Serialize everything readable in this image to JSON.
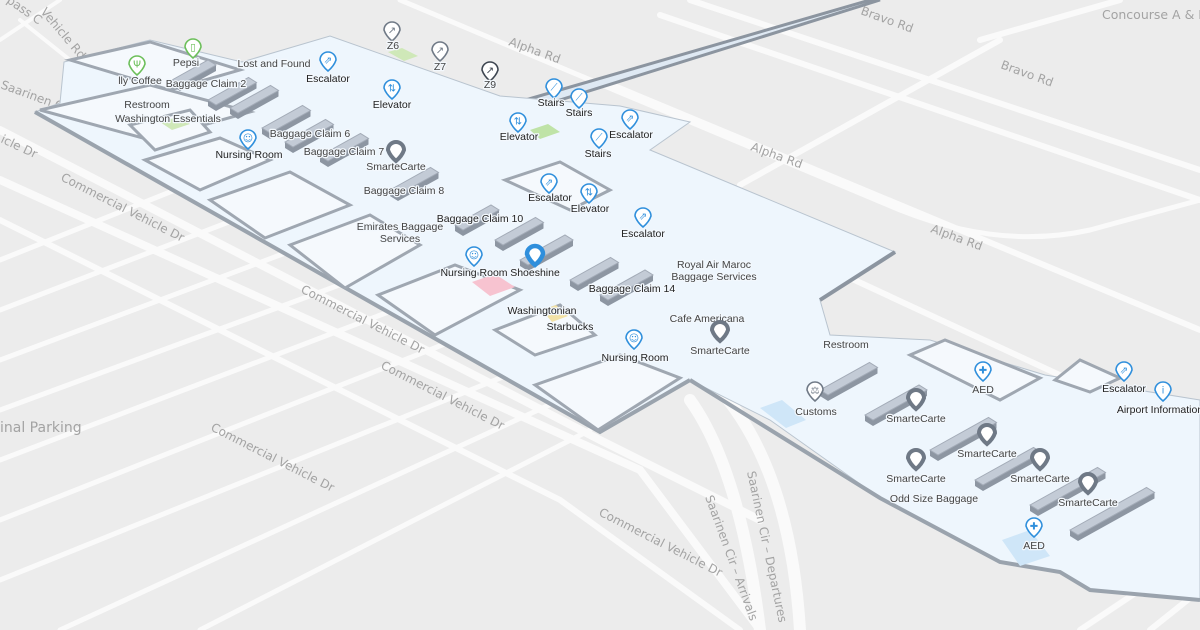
{
  "map": {
    "area_label": "Concourse A & B",
    "roads": [
      {
        "id": "bravo-rd-1",
        "name": "Bravo Rd"
      },
      {
        "id": "bravo-rd-2",
        "name": "Bravo Rd"
      },
      {
        "id": "alpha-rd-1",
        "name": "Alpha Rd"
      },
      {
        "id": "alpha-rd-2",
        "name": "Alpha Rd"
      },
      {
        "id": "alpha-rd-3",
        "name": "Alpha Rd"
      },
      {
        "id": "cvd-1",
        "name": "Commercial Vehicle Dr"
      },
      {
        "id": "cvd-2",
        "name": "Commercial Vehicle Dr"
      },
      {
        "id": "cvd-3",
        "name": "Commercial Vehicle Dr"
      },
      {
        "id": "cvd-4",
        "name": "Commercial Vehicle Dr"
      },
      {
        "id": "cvd-5",
        "name": "Commercial Vehicle Dr"
      },
      {
        "id": "saarinen-arr",
        "name": "Saarinen Cir – Arrivals"
      },
      {
        "id": "saarinen-dep",
        "name": "Saarinen Cir – Departures"
      },
      {
        "id": "saarinen-c",
        "name": "Saarinen Ci"
      },
      {
        "id": "bypass",
        "name": "pass C"
      },
      {
        "id": "vehicle-rd",
        "name": "Vehicle Rd"
      },
      {
        "id": "icle-dr",
        "name": "icle Dr"
      },
      {
        "id": "parking",
        "name": "inal Parking"
      }
    ],
    "pois": [
      {
        "name": "lly Coffee",
        "icon": "restaurant-icon",
        "color": "green"
      },
      {
        "name": "Pepsi",
        "icon": "vending-icon",
        "color": "green"
      },
      {
        "name": "Lost and Found",
        "icon": "",
        "color": ""
      },
      {
        "name": "Baggage Claim 2",
        "icon": "",
        "color": ""
      },
      {
        "name": "Restroom",
        "icon": "",
        "color": ""
      },
      {
        "name": "Washington Essentials",
        "icon": "",
        "color": ""
      },
      {
        "name": "Escalator",
        "icon": "escalator-icon",
        "color": "blue"
      },
      {
        "name": "Z6",
        "icon": "gate-arrow-icon",
        "color": "gray"
      },
      {
        "name": "Z7",
        "icon": "gate-arrow-icon",
        "color": "gray"
      },
      {
        "name": "Z9",
        "icon": "gate-arrow-icon",
        "color": "dark"
      },
      {
        "name": "Elevator",
        "icon": "elevator-icon",
        "color": "blue"
      },
      {
        "name": "Stairs",
        "icon": "stairs-icon",
        "color": "blue"
      },
      {
        "name": "Stairs",
        "icon": "stairs-icon",
        "color": "blue"
      },
      {
        "name": "Elevator",
        "icon": "elevator-icon",
        "color": "blue"
      },
      {
        "name": "Escalator",
        "icon": "escalator-icon",
        "color": "blue"
      },
      {
        "name": "Stairs",
        "icon": "stairs-icon",
        "color": "blue"
      },
      {
        "name": "Nursing Room",
        "icon": "nursing-icon",
        "color": "blue"
      },
      {
        "name": "Baggage Claim 6",
        "icon": "",
        "color": ""
      },
      {
        "name": "Baggage Claim 7",
        "icon": "",
        "color": ""
      },
      {
        "name": "SmarteCarte",
        "icon": "pin-icon",
        "color": "gray"
      },
      {
        "name": "Baggage Claim 8",
        "icon": "",
        "color": ""
      },
      {
        "name": "Escalator",
        "icon": "escalator-icon",
        "color": "blue"
      },
      {
        "name": "Elevator",
        "icon": "elevator-icon",
        "color": "blue"
      },
      {
        "name": "Escalator",
        "icon": "escalator-icon",
        "color": "blue"
      },
      {
        "name": "Emirates Baggage",
        "icon": "",
        "color": ""
      },
      {
        "name": "Services",
        "icon": "",
        "color": ""
      },
      {
        "name": "Baggage Claim 10",
        "icon": "",
        "color": ""
      },
      {
        "name": "Nursing Room",
        "icon": "nursing-icon",
        "color": "blue"
      },
      {
        "name": "Shoeshine",
        "icon": "pin-icon",
        "color": "blue"
      },
      {
        "name": "Royal Air Maroc",
        "icon": "",
        "color": ""
      },
      {
        "name": "Baggage Services",
        "icon": "",
        "color": ""
      },
      {
        "name": "Baggage Claim 14",
        "icon": "",
        "color": ""
      },
      {
        "name": "Washingtonian",
        "icon": "",
        "color": ""
      },
      {
        "name": "Starbucks",
        "icon": "",
        "color": ""
      },
      {
        "name": "Cafe Americana",
        "icon": "",
        "color": ""
      },
      {
        "name": "SmarteCarte",
        "icon": "pin-icon",
        "color": "gray"
      },
      {
        "name": "Nursing Room",
        "icon": "nursing-icon",
        "color": "blue"
      },
      {
        "name": "Restroom",
        "icon": "",
        "color": ""
      },
      {
        "name": "Customs",
        "icon": "customs-icon",
        "color": "gray"
      },
      {
        "name": "AED",
        "icon": "aed-icon",
        "color": "blue"
      },
      {
        "name": "SmarteCarte",
        "icon": "pin-icon",
        "color": "gray"
      },
      {
        "name": "SmarteCarte",
        "icon": "pin-icon",
        "color": "gray"
      },
      {
        "name": "SmarteCarte",
        "icon": "pin-icon",
        "color": "gray"
      },
      {
        "name": "SmarteCarte",
        "icon": "pin-icon",
        "color": "gray"
      },
      {
        "name": "SmarteCarte",
        "icon": "pin-icon",
        "color": "gray"
      },
      {
        "name": "Odd Size Baggage",
        "icon": "",
        "color": ""
      },
      {
        "name": "AED",
        "icon": "aed-icon",
        "color": "blue"
      },
      {
        "name": "Escalator",
        "icon": "escalator-icon",
        "color": "blue"
      },
      {
        "name": "Airport Information",
        "icon": "info-icon",
        "color": "blue"
      }
    ],
    "colors": {
      "background": "#ececec",
      "floor": "#eef6fd",
      "accent": "#2f8fdc",
      "amenity": "#6cbf5a",
      "pin": "#6f7986"
    }
  }
}
